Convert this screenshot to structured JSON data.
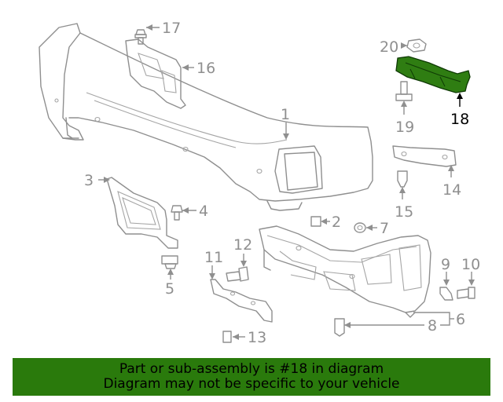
{
  "diagram": {
    "callouts": [
      "1",
      "2",
      "3",
      "4",
      "5",
      "6",
      "7",
      "8",
      "9",
      "10",
      "11",
      "12",
      "13",
      "14",
      "15",
      "16",
      "17",
      "18",
      "19",
      "20"
    ],
    "highlighted_callout": "18",
    "colors": {
      "line": "#8f8f8f",
      "highlight": "#2f7d12",
      "banner": "#2a7a0c",
      "text_highlight": "#000000"
    }
  },
  "banner": {
    "line1": "Part or sub-assembly is #18 in diagram",
    "line2": "Diagram may not be specific to your vehicle"
  }
}
